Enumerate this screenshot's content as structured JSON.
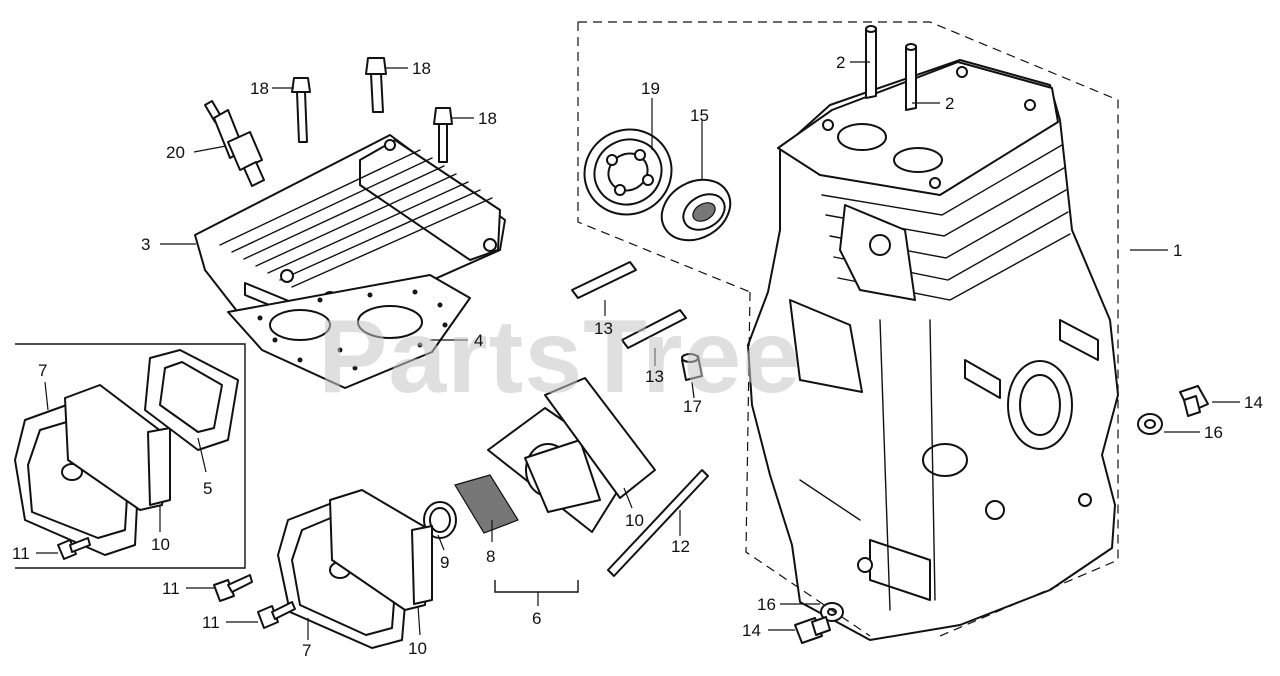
{
  "watermark": "PartsTree",
  "callouts": {
    "c1": "1",
    "c2a": "2",
    "c2b": "2",
    "c3": "3",
    "c4": "4",
    "c5": "5",
    "c6": "6",
    "c7a": "7",
    "c7b": "7",
    "c8": "8",
    "c9": "9",
    "c10a": "10",
    "c10b": "10",
    "c10c": "10",
    "c11a": "11",
    "c11b": "11",
    "c11c": "11",
    "c12": "12",
    "c13a": "13",
    "c13b": "13",
    "c14a": "14",
    "c14b": "14",
    "c15": "15",
    "c16a": "16",
    "c16b": "16",
    "c17": "17",
    "c18a": "18",
    "c18b": "18",
    "c18c": "18",
    "c19": "19",
    "c20": "20"
  }
}
